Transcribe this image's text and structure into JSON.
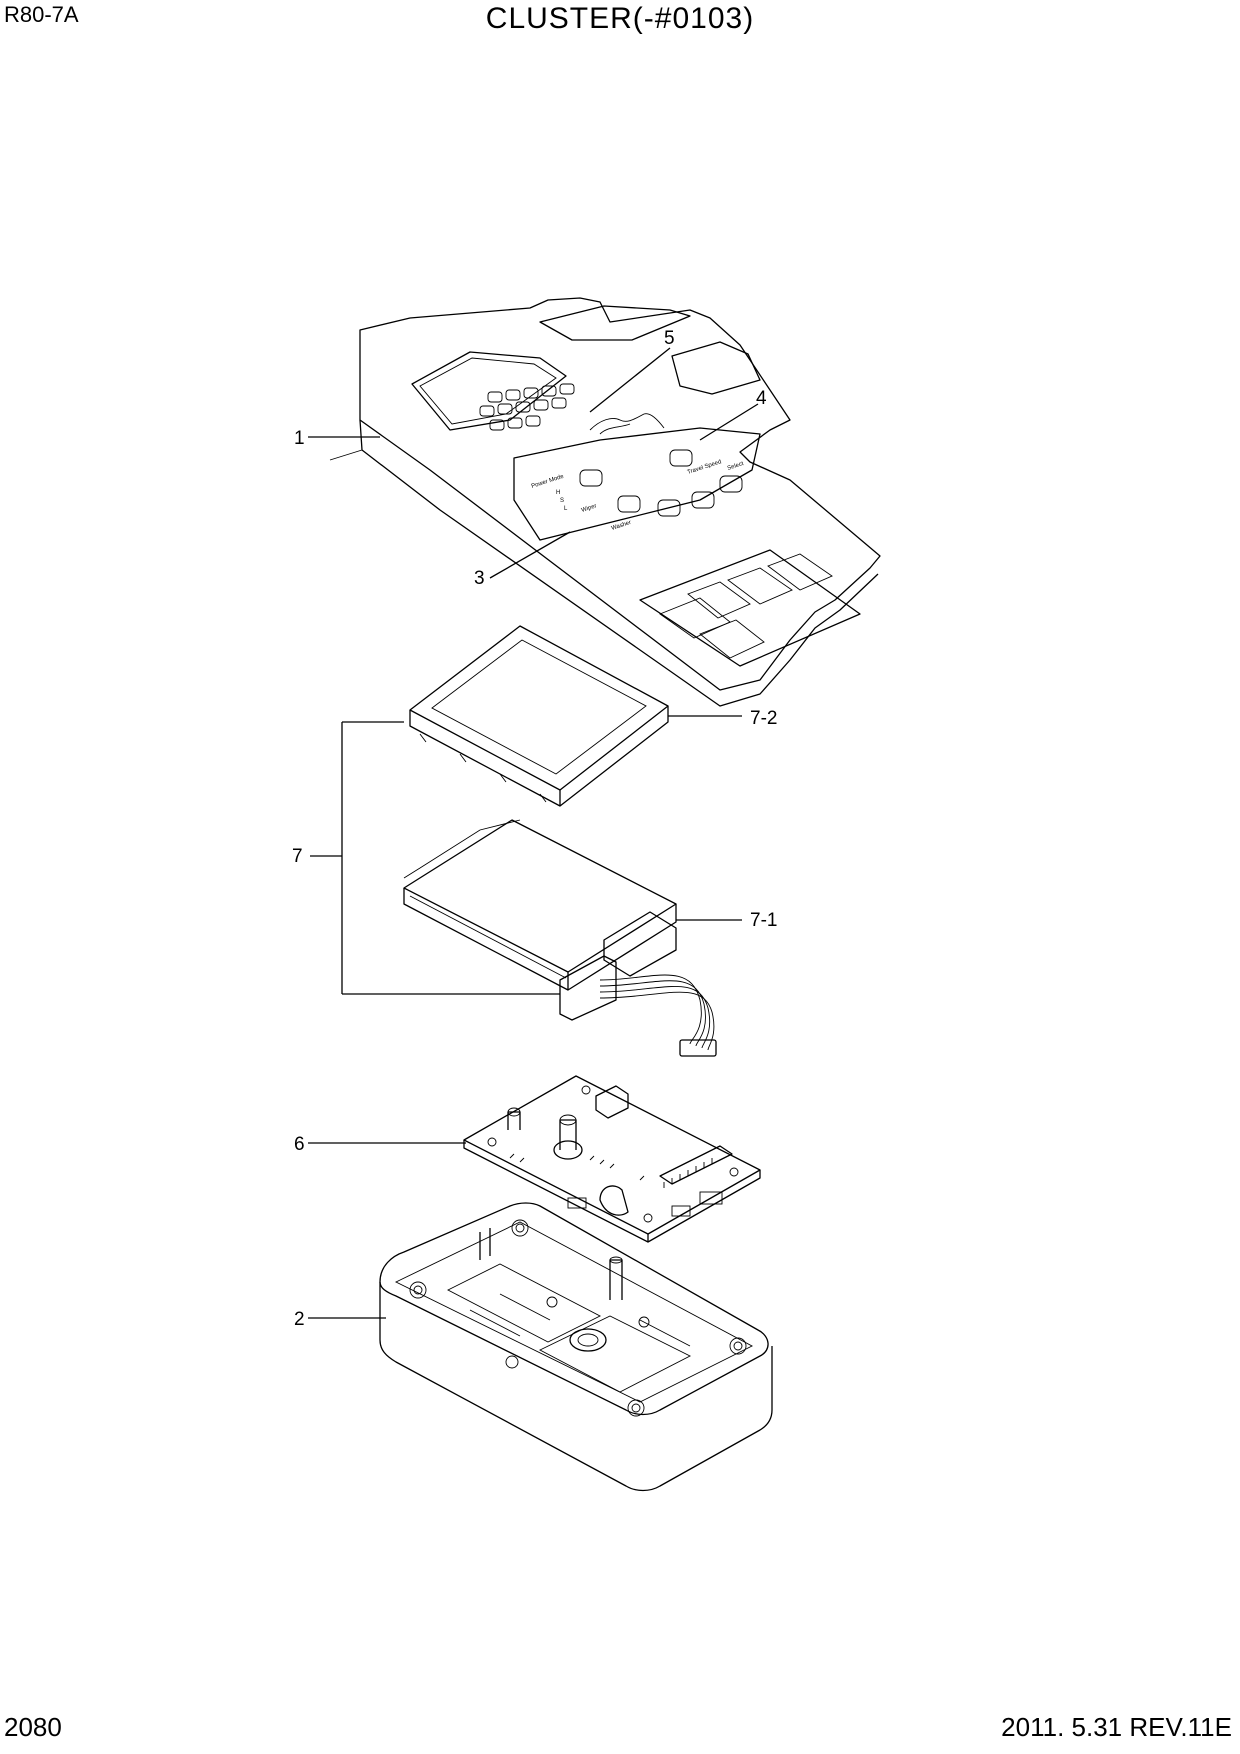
{
  "header": {
    "model": "R80-7A",
    "title": "CLUSTER(-#0103)"
  },
  "footer": {
    "page_number": "2080",
    "revision": "2011. 5.31  REV.11E"
  },
  "callouts": {
    "c1": "1",
    "c2": "2",
    "c3": "3",
    "c4": "4",
    "c5": "5",
    "c6": "6",
    "c7": "7",
    "c7_1": "7-1",
    "c7_2": "7-2"
  },
  "panel_text": {
    "power_mode": "Power Mode",
    "travel_speed": "Travel Speed",
    "wiper": "Wiper",
    "washer": "Washer",
    "select": "Select",
    "h": "H",
    "s": "S",
    "l": "L"
  }
}
